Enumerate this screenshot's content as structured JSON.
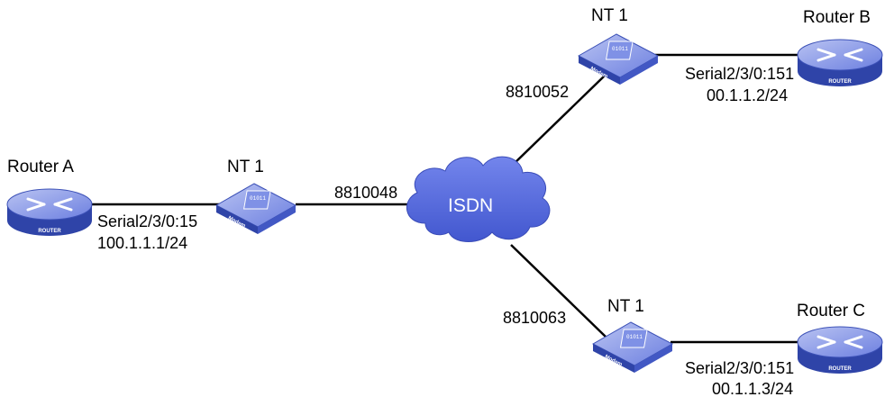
{
  "cloud": {
    "label": "ISDN",
    "fill": "#5a6fe0"
  },
  "routers": {
    "a": {
      "title": "Router A",
      "badge": "ROUTER",
      "iface": "Serial2/3/0:15",
      "ip": "100.1.1.1/24"
    },
    "b": {
      "title": "Router B",
      "badge": "ROUTER",
      "iface": "Serial2/3/0:151",
      "ip": "00.1.1.2/24"
    },
    "c": {
      "title": "Router C",
      "badge": "ROUTER",
      "iface": "Serial2/3/0:151",
      "ip": "00.1.1.3/24"
    }
  },
  "nt": {
    "left": {
      "title": "NT 1",
      "badge": "Modem",
      "bits": "01011"
    },
    "top": {
      "title": "NT 1",
      "badge": "Modem",
      "bits": "01011"
    },
    "bottom": {
      "title": "NT 1",
      "badge": "Modem",
      "bits": "01011"
    }
  },
  "numbers": {
    "left": "8810048",
    "top": "8810052",
    "bottom": "8810063"
  },
  "colors": {
    "device_blue": "#3b50b6",
    "device_light": "#9aa8ea",
    "link": "#000000"
  }
}
